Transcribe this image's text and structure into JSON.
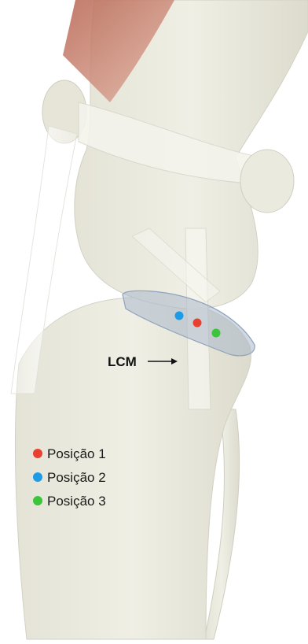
{
  "annotation": {
    "label": "LCM"
  },
  "legend": [
    {
      "label": "Posição 1",
      "color": "#e8412f"
    },
    {
      "label": "Posição 2",
      "color": "#1e9be8"
    },
    {
      "label": "Posição 3",
      "color": "#3dc43d"
    }
  ],
  "markers": [
    {
      "name": "position-1-marker",
      "color": "#e8412f"
    },
    {
      "name": "position-2-marker",
      "color": "#1e9be8"
    },
    {
      "name": "position-3-marker",
      "color": "#3dc43d"
    }
  ],
  "colors": {
    "bone": "#ecebe0",
    "bone_shadow": "#d4d3c6",
    "muscle": "#c7826f",
    "meniscus": "#8fa3bd"
  }
}
